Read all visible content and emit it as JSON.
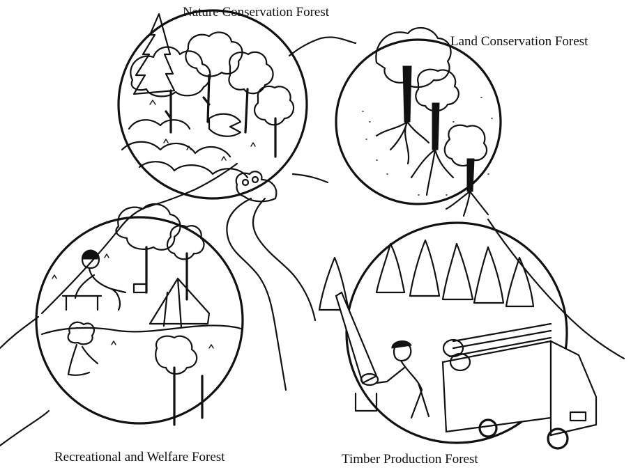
{
  "labels": {
    "nature": "Nature Conservation Forest",
    "land": "Land Conservation Forest",
    "recreational": "Recreational and Welfare Forest",
    "timber": "Timber Production Forest"
  },
  "colors": {
    "ink": "#111111",
    "background": "#ffffff"
  }
}
